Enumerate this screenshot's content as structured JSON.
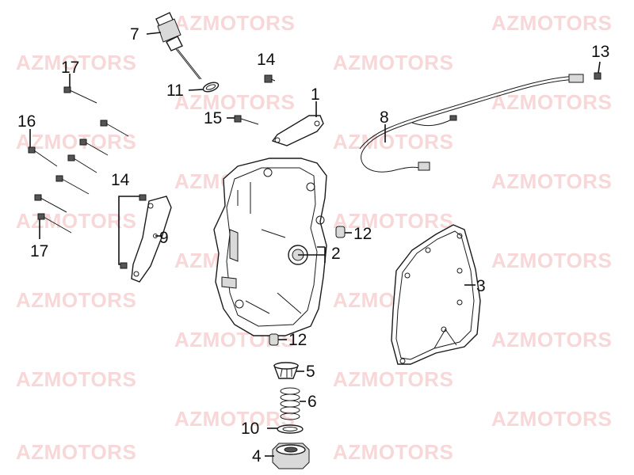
{
  "watermark_text": "AZMOTORS",
  "colors": {
    "watermark": "#f2b8b8",
    "line": "#111111",
    "background": "#ffffff"
  },
  "labels": {
    "p1": "1",
    "p2": "2",
    "p3": "3",
    "p4": "4",
    "p5": "5",
    "p6": "6",
    "p7": "7",
    "p8": "8",
    "p9": "9",
    "p10": "10",
    "p11": "11",
    "p12a": "12",
    "p12b": "12",
    "p13": "13",
    "p14a": "14",
    "p14b": "14",
    "p15": "15",
    "p16": "16",
    "p17a": "17",
    "p17b": "17"
  }
}
